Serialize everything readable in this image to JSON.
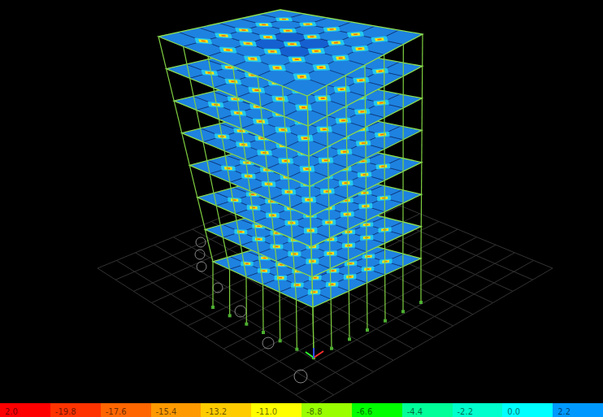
{
  "diagram": {
    "legend": [
      {
        "text": "2.0",
        "color": "#ff0000"
      },
      {
        "text": "-19.8",
        "color": "#ff3300"
      },
      {
        "text": "-17.6",
        "color": "#ff6600"
      },
      {
        "text": "-15.4",
        "color": "#ff9900"
      },
      {
        "text": "-13.2",
        "color": "#ffcc00"
      },
      {
        "text": "-11.0",
        "color": "#ffff00"
      },
      {
        "text": "-8.8",
        "color": "#99ff00"
      },
      {
        "text": "-6.6",
        "color": "#00ff00"
      },
      {
        "text": "-4.4",
        "color": "#00ff99"
      },
      {
        "text": "-2.2",
        "color": "#00ffcc"
      },
      {
        "text": "0.0",
        "color": "#00ffff"
      },
      {
        "text": "2.2",
        "color": "#0099ff"
      }
    ]
  }
}
